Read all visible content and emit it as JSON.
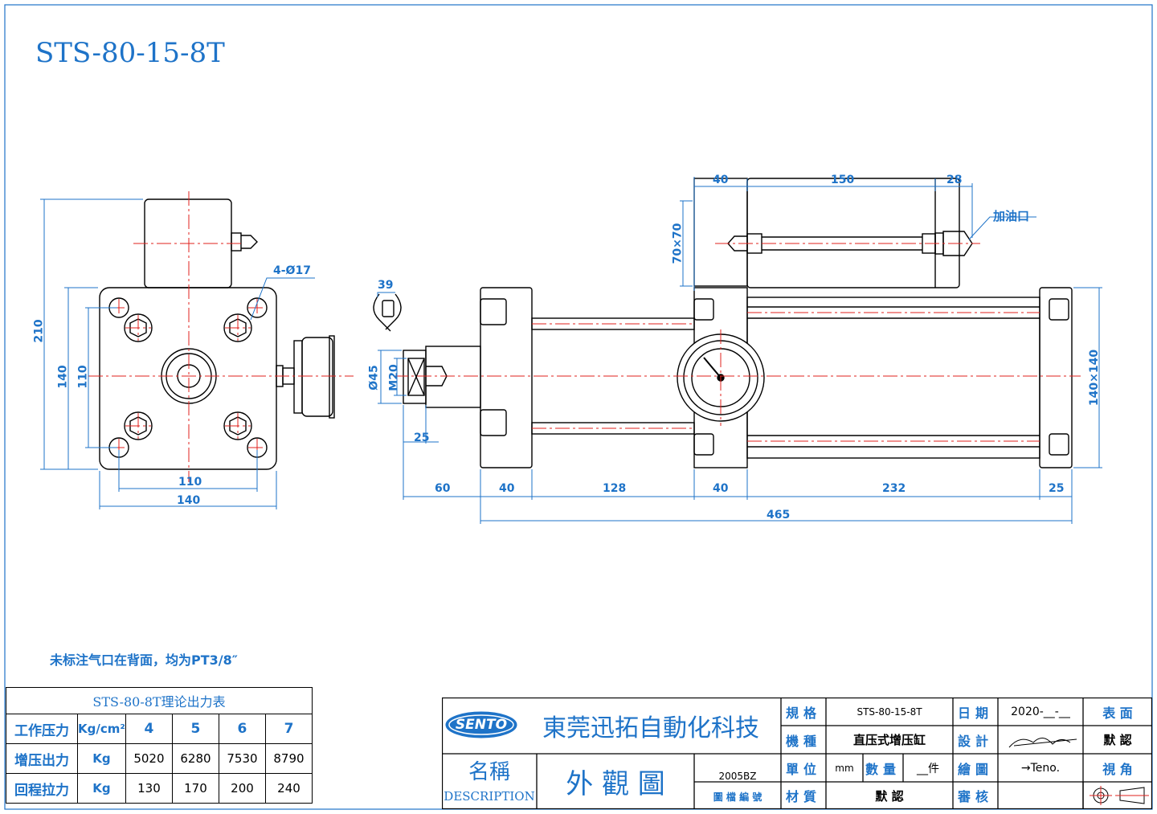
{
  "title": "STS-80-15-8T",
  "note": "未标注气口在背面，均为PT3/8″",
  "callout": "加油口",
  "dims": {
    "front_210": "210",
    "front_140v": "140",
    "front_110v": "110",
    "front_holes": "4-Ø17",
    "front_110h": "110",
    "front_140h": "140",
    "side_39": "39",
    "side_d45": "Ø45",
    "side_m20": "M20",
    "side_25a": "25",
    "side_40top": "40",
    "side_150": "150",
    "side_28": "28",
    "side_70x70": "70×70",
    "side_140x140": "140×140",
    "side_60": "60",
    "side_40a": "40",
    "side_128": "128",
    "side_40b": "40",
    "side_232": "232",
    "side_25b": "25",
    "side_465": "465"
  },
  "output_table": {
    "title": "STS-80-8T理论出力表",
    "row1": {
      "label": "工作压力",
      "unit": "Kg/cm²",
      "values": [
        "4",
        "5",
        "6",
        "7"
      ]
    },
    "row2": {
      "label": "增压出力",
      "unit": "Kg",
      "values": [
        "5020",
        "6280",
        "7530",
        "8790"
      ]
    },
    "row3": {
      "label": "回程拉力",
      "unit": "Kg",
      "values": [
        "130",
        "170",
        "200",
        "240"
      ]
    }
  },
  "title_block": {
    "logo": "SENTO",
    "company": "東莞迅拓自動化科技",
    "name_label": "名稱",
    "name_label_en": "DESCRIPTION",
    "name_value": "外 觀 圖",
    "drawing_no": "2005BZ",
    "drawing_no_label": "圖 檔 編 號",
    "spec_label": "規格",
    "spec_value": "STS-80-15-8T",
    "type_label": "機種",
    "type_value": "直压式增压缸",
    "unit_label": "單位",
    "unit_value": "mm",
    "qty_label": "數量",
    "qty_value": "__件",
    "material_label": "材質",
    "material_value": "默 認",
    "date_label": "日期",
    "date_value": "2020-__-__",
    "design_label": "設計",
    "draw_label": "繪圖",
    "draw_value": "→Teno.",
    "review_label": "審核",
    "surface_label": "表 面",
    "surface_value": "默 認",
    "view_label": "視 角"
  },
  "colors": {
    "line": "#000000",
    "dim": "#1E73C8",
    "center": "#E0221E"
  }
}
